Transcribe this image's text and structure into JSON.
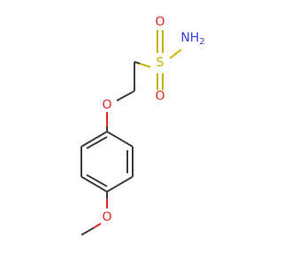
{
  "molecule": {
    "atoms": {
      "sulfur": "S",
      "sulfonyl_oxygen_top": "O",
      "sulfonyl_oxygen_bottom": "O",
      "amine": "NH",
      "amine_subscript": "2",
      "ether_oxygen": "O",
      "methoxy_oxygen": "O"
    },
    "colors": {
      "bond": "#3c3c3c",
      "oxygen": "#e8251f",
      "sulfur": "#c6b300",
      "nitrogen": "#2f3fe8"
    }
  }
}
